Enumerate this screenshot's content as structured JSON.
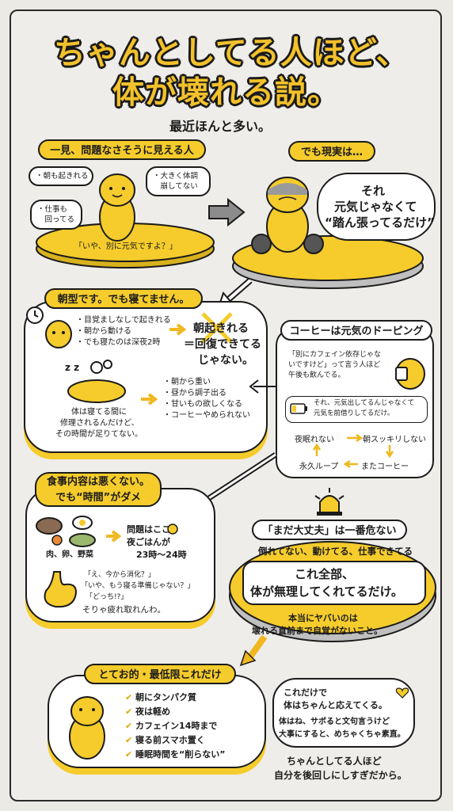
{
  "header": {
    "title_line1": "ちゃんとしてる人ほど、",
    "title_line2": "体が壊れる説。",
    "subtitle": "最近ほんと多い。"
  },
  "section1": {
    "label": "一見、問題なさそうに見える人",
    "bubble_wake": "・朝も起きれる",
    "bubble_body": "・大きく体調\n　崩してない",
    "bubble_work": "・仕事も\n　回ってる",
    "quote": "「いや、別に元気ですよ？」"
  },
  "section2": {
    "label": "でも現実は…",
    "speech_line1": "それ",
    "speech_line2": "元気じゃなくて",
    "speech_line3": "“踏ん張ってるだけ”"
  },
  "section3": {
    "label": "朝型です。でも寝てません。",
    "checklist": [
      "・目覚ましなしで起きれる",
      "・朝から動ける",
      "・でも寝たのは深夜2時"
    ],
    "claim_line1": "朝起きれる",
    "claim_line2": "＝回復できてる",
    "claim_line3": "じゃない。",
    "sleep_note_line1": "体は寝てる間に",
    "sleep_note_line2": "修理されるんだけど、",
    "sleep_note_line3": "その時間が足りてない。",
    "effects": [
      "・朝から重い",
      "・昼から調子出る",
      "・甘いもの欲しくなる",
      "・コーヒーやめられない"
    ]
  },
  "section4": {
    "label": "コーヒーは元気のドーピング",
    "note": "「別にカフェイン依存じゃな\nいですけど」って言う人ほど\n午後も飲んでる。",
    "battery_note": "それ、元気出してるんじゃなくて\n元気を前借りしてるだけ。",
    "loop": [
      "夜眠れない",
      "朝スッキリしない",
      "またコーヒー",
      "永久ループ"
    ]
  },
  "section5": {
    "label_line1": "食事内容は悪くない。",
    "label_line2": "でも“時間”がダメ",
    "foods": "肉、卵、野菜",
    "problem_line1": "問題はここ",
    "problem_line2": "夜ごはんが",
    "problem_line3": "23時〜24時",
    "stomach_line1": "「え、今から消化？」",
    "stomach_line2": "「いや、もう寝る準備じゃない？」",
    "stomach_line3": "「どっち!?」",
    "conclusion": "そりゃ疲れ取れんわ。"
  },
  "section6": {
    "label": "「まだ大丈夫」は一番危ない",
    "subline": "倒れてない、動けてる、仕事できてる",
    "main_line1": "これ全部、",
    "main_line2": "体が無理してくれてるだけ。",
    "foot_line1": "本当にヤバいのは",
    "foot_line2": "壊れる直前まで自覚がないこと。"
  },
  "section7": {
    "label": "とてお的・最低限これだけ",
    "checklist": [
      "朝にタンパク質",
      "夜は軽め",
      "カフェイン14時まで",
      "寝る前スマホ置く",
      "睡眠時間を“削らない”"
    ],
    "note_line1": "これだけで",
    "note_line2": "体はちゃんと応えてくる。",
    "note_line3": "体はね、サボると文句言うけど",
    "note_line4": "大事にすると、めちゃくちゃ素直。",
    "closing_line1": "ちゃんとしてる人ほど",
    "closing_line2": "自分を後回しにしすぎだから。"
  },
  "colors": {
    "accent": "#f5cc2c",
    "ink": "#1b1b1b",
    "paper": "#eeede9"
  }
}
